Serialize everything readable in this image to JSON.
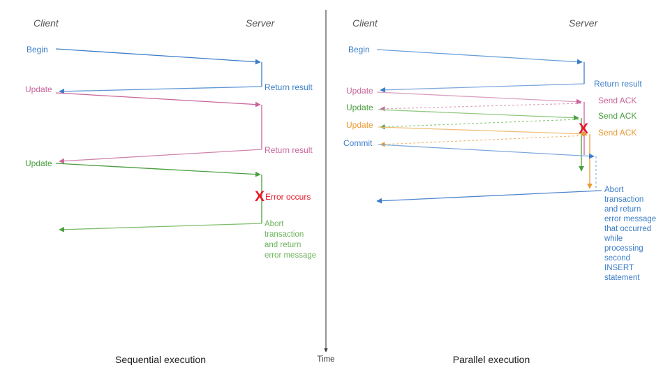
{
  "figure": {
    "title_left": "Sequential execution",
    "title_right": "Parallel execution",
    "time_axis_label": "Time",
    "lane_client": "Client",
    "lane_server": "Server"
  },
  "colors": {
    "blue": "#3a7dc9",
    "blue_light": "#7fa9dd",
    "pink": "#c9649a",
    "pink_light": "#dba0c0",
    "green": "#4a9e3f",
    "green_light": "#90c97f",
    "orange": "#e89a33",
    "orange_light": "#f0bd77",
    "red": "#e8192c",
    "grey": "#555555",
    "black": "#1a1a1a",
    "axis": "#3b3b3b"
  },
  "chart_data": {
    "type": "diagram",
    "subtype": "uml-sequence",
    "panels": [
      {
        "name": "sequential",
        "caption": "Sequential execution",
        "lanes": [
          "Client",
          "Server"
        ],
        "messages": [
          {
            "label": "Begin",
            "color": "blue",
            "dir": "c2s",
            "dashed": false
          },
          {
            "label": "Return result",
            "color": "blue",
            "dir": "s2c",
            "dashed": false
          },
          {
            "label": "Update",
            "color": "pink",
            "dir": "c2s",
            "dashed": false
          },
          {
            "label": "Return result",
            "color": "pink",
            "dir": "s2c",
            "dashed": false
          },
          {
            "label": "Update",
            "color": "green",
            "dir": "c2s",
            "dashed": false
          },
          {
            "label": "Error occurs",
            "color": "red",
            "dir": "marker",
            "dashed": false
          },
          {
            "label": "Abort transaction and return error message",
            "color": "green",
            "dir": "s2c",
            "dashed": false
          }
        ]
      },
      {
        "name": "parallel",
        "caption": "Parallel execution",
        "lanes": [
          "Client",
          "Server"
        ],
        "messages": [
          {
            "label": "Begin",
            "color": "blue",
            "dir": "c2s",
            "dashed": false
          },
          {
            "label": "Return result",
            "color": "blue",
            "dir": "s2c",
            "dashed": false
          },
          {
            "label": "Update",
            "color": "pink",
            "dir": "c2s",
            "dashed": false
          },
          {
            "label": "Send ACK",
            "color": "pink",
            "dir": "s2c",
            "dashed": true
          },
          {
            "label": "Update",
            "color": "green",
            "dir": "c2s",
            "dashed": false
          },
          {
            "label": "Send ACK",
            "color": "green",
            "dir": "s2c",
            "dashed": true
          },
          {
            "label": "Update",
            "color": "orange",
            "dir": "c2s",
            "dashed": false
          },
          {
            "label": "Send ACK",
            "color": "orange",
            "dir": "s2c",
            "dashed": true
          },
          {
            "label": "Commit",
            "color": "blue",
            "dir": "c2s",
            "dashed": false
          },
          {
            "label": "",
            "color": "red",
            "dir": "marker",
            "dashed": false
          },
          {
            "label": "Abort transaction and return error message that occurred while processing second INSERT statement",
            "color": "blue",
            "dir": "s2c",
            "dashed": false
          }
        ]
      }
    ]
  },
  "left_panel": {
    "lane_client": "Client",
    "lane_server": "Server",
    "caption": "Sequential execution",
    "labels": {
      "begin": "Begin",
      "update1": "Update",
      "update2": "Update",
      "return_result_1": "Return result",
      "return_result_2": "Return result",
      "error_occurs": "Error occurs",
      "x_mark": "X",
      "abort_l1": "Abort",
      "abort_l2": "transaction",
      "abort_l3": "and return",
      "abort_l4": "error message"
    }
  },
  "right_panel": {
    "lane_client": "Client",
    "lane_server": "Server",
    "caption": "Parallel execution",
    "labels": {
      "begin": "Begin",
      "update1": "Update",
      "update2": "Update",
      "update3": "Update",
      "commit": "Commit",
      "return_result": "Return result",
      "ack1": "Send ACK",
      "ack2": "Send ACK",
      "ack3": "Send ACK",
      "x_mark": "X",
      "abort_l1": "Abort",
      "abort_l2": "transaction",
      "abort_l3": "and return",
      "abort_l4": "error message",
      "abort_l5": "that occurred",
      "abort_l6": "while",
      "abort_l7": "processing",
      "abort_l8": "second",
      "abort_l9": "INSERT",
      "abort_l10": "statement"
    }
  }
}
